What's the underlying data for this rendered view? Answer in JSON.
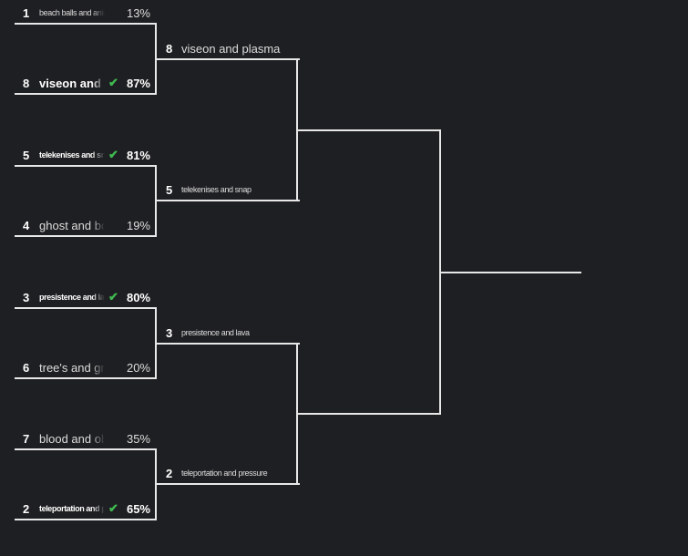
{
  "accent_color": "#3fb950",
  "round1": [
    {
      "seed": "1",
      "name": "beach balls and animals",
      "pct": "13%",
      "winner": false
    },
    {
      "seed": "8",
      "name": "viseon and plasma",
      "pct": "87%",
      "winner": true
    },
    {
      "seed": "5",
      "name": "telekenises and snap",
      "pct": "81%",
      "winner": true
    },
    {
      "seed": "4",
      "name": "ghost and bones",
      "pct": "19%",
      "winner": false
    },
    {
      "seed": "3",
      "name": "presistence and lava",
      "pct": "80%",
      "winner": true
    },
    {
      "seed": "6",
      "name": "tree's and grass",
      "pct": "20%",
      "winner": false
    },
    {
      "seed": "7",
      "name": "blood and objects",
      "pct": "35%",
      "winner": false
    },
    {
      "seed": "2",
      "name": "teleportation and pressure",
      "pct": "65%",
      "winner": true
    }
  ],
  "round2": [
    {
      "seed": "8",
      "name": "viseon and plasma"
    },
    {
      "seed": "5",
      "name": "telekenises and snap"
    },
    {
      "seed": "3",
      "name": "presistence and lava"
    },
    {
      "seed": "2",
      "name": "teleportation and pressure"
    }
  ],
  "check_icon": "checkmark-icon"
}
